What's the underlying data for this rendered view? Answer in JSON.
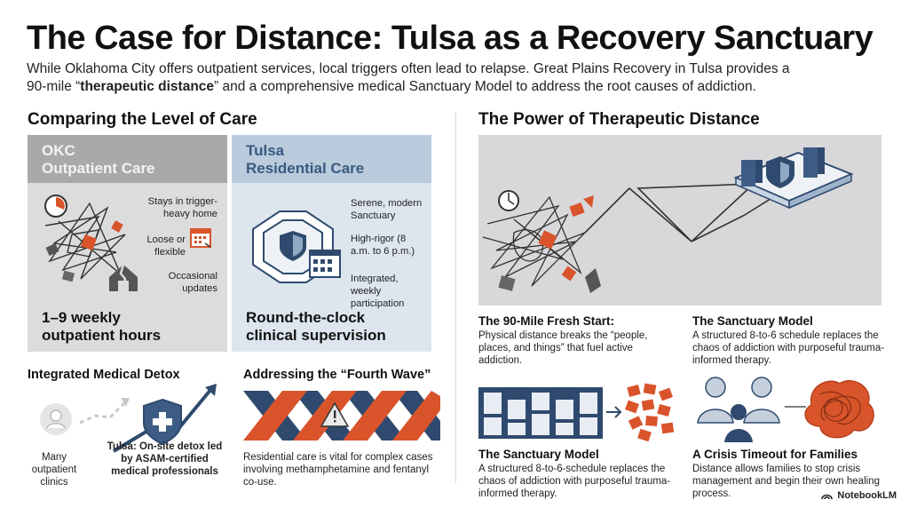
{
  "header": {
    "title": "The Case for Distance: Tulsa as a Recovery Sanctuary",
    "subtitle_line1": "While Oklahoma City offers outpatient services, local triggers often lead to relapse. Great Plains Recovery in Tulsa provides a",
    "subtitle_pre": "90-mile “",
    "subtitle_bold": "therapeutic distance",
    "subtitle_post": "” and a comprehensive medical Sanctuary Model to address the root causes of addiction."
  },
  "left": {
    "heading": "Comparing the Level of Care",
    "okc": {
      "title_line1": "OKC",
      "title_line2": "Outpatient Care",
      "feature1": "Stays in trigger-heavy home",
      "feature2": "Loose or flexible",
      "feature3": "Occasional updates",
      "footer_line1": "1–9 weekly",
      "footer_line2": "outpatient hours"
    },
    "tulsa": {
      "title_line1": "Tulsa",
      "title_line2": "Residential Care",
      "feature1": "Serene, modern Sanctuary",
      "feature2": "High-rigor (8 a.m. to 6 p.m.)",
      "feature3": "Integrated, weekly participation",
      "footer_line1": "Round-the-clock",
      "footer_line2": "clinical supervision"
    },
    "detox": {
      "heading": "Integrated Medical Detox",
      "left_caption": "Many outpatient clinics",
      "right_caption": "Tulsa: On-site detox led by ASAM-certified medical professionals"
    },
    "fourth_wave": {
      "heading": "Addressing the “Fourth Wave”",
      "text": "Residential care is vital for complex cases involving methamphetamine and fentanyl co-use."
    }
  },
  "right": {
    "heading": "The Power of Therapeutic Distance",
    "fresh_start": {
      "heading": "The 90-Mile Fresh Start:",
      "text": "Physical distance breaks the “people, places, and things” that fuel active addiction."
    },
    "sanctuary_top": {
      "heading": "The Sanctuary Model",
      "text": "A structured 8-to-6 schedule replaces the chaos of addiction with purposeful trauma-informed therapy."
    },
    "sanctuary_bottom": {
      "heading": "The Sanctuary Model",
      "text": "A structured 8-to-6-schedule replaces the chaos of addiction with purposeful trauma-informed therapy."
    },
    "crisis": {
      "heading": "A Crisis Timeout for Families",
      "text": "Distance allows families to stop crisis management and begin their own healing process."
    }
  },
  "footer": {
    "brand": "NotebookLM"
  },
  "colors": {
    "navy": "#2f4a6e",
    "orange": "#d9542b",
    "grey_card": "#dcdcdc",
    "blue_card": "#dde6ee"
  }
}
